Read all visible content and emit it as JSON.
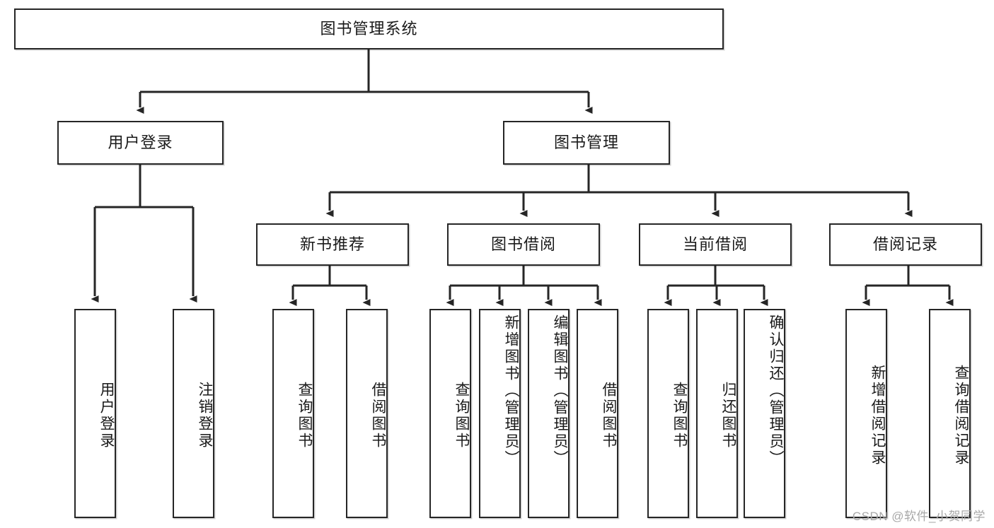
{
  "diagram": {
    "type": "tree",
    "title": "图书管理系统",
    "root": {
      "id": "root",
      "label": "图书管理系统"
    },
    "level2": [
      {
        "id": "user-login",
        "label": "用户登录"
      },
      {
        "id": "book-manage",
        "label": "图书管理"
      }
    ],
    "level3": [
      {
        "id": "new-book-rec",
        "label": "新书推荐"
      },
      {
        "id": "book-borrow",
        "label": "图书借阅"
      },
      {
        "id": "current-borrow",
        "label": "当前借阅"
      },
      {
        "id": "borrow-record",
        "label": "借阅记录"
      }
    ],
    "leaves": {
      "user-login": [
        {
          "id": "leaf-user-login",
          "label": "用户登录"
        },
        {
          "id": "leaf-logout",
          "label": "注销登录"
        }
      ],
      "new-book-rec": [
        {
          "id": "leaf-query-book-1",
          "label": "查询图书"
        },
        {
          "id": "leaf-borrow-book-1",
          "label": "借阅图书"
        }
      ],
      "book-borrow": [
        {
          "id": "leaf-query-book-2",
          "label": "查询图书"
        },
        {
          "id": "leaf-add-book",
          "label": "新增图书（管理员）"
        },
        {
          "id": "leaf-edit-book",
          "label": "编辑图书（管理员）"
        },
        {
          "id": "leaf-borrow-book-2",
          "label": "借阅图书"
        }
      ],
      "current-borrow": [
        {
          "id": "leaf-query-book-3",
          "label": "查询图书"
        },
        {
          "id": "leaf-return-book",
          "label": "归还图书"
        },
        {
          "id": "leaf-confirm-return",
          "label": "确认归还（管理员）"
        }
      ],
      "borrow-record": [
        {
          "id": "leaf-add-record",
          "label": "新增借阅记录"
        },
        {
          "id": "leaf-query-record",
          "label": "查询借阅记录"
        }
      ]
    }
  },
  "watermark": {
    "text": "CSDN @软件_小贺同学"
  },
  "colors": {
    "stroke": "#262626",
    "text": "#1a1a1a",
    "background": "#ffffff",
    "watermark": "#a8a8a8"
  }
}
